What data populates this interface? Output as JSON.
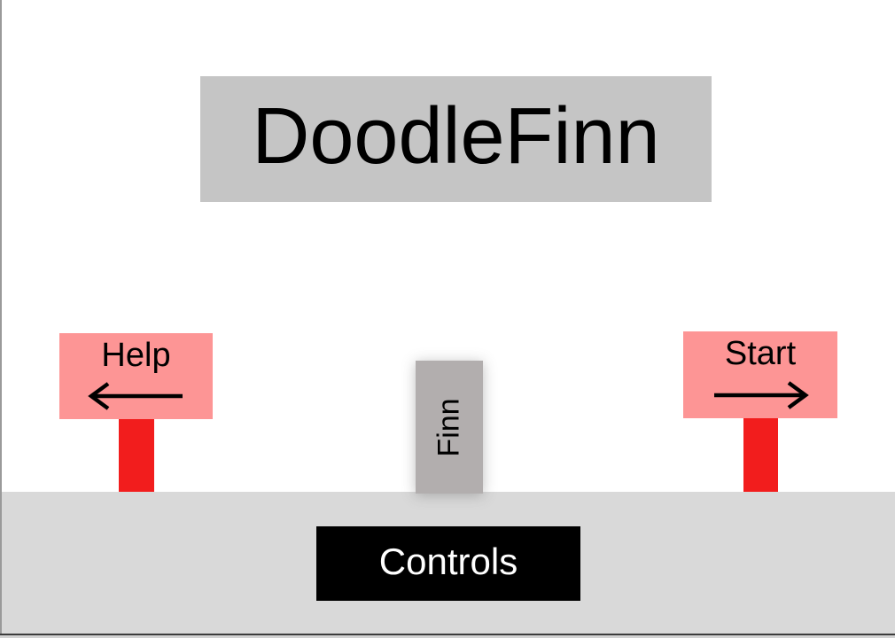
{
  "title": {
    "label": "DoodleFinn"
  },
  "nav": {
    "help": {
      "label": "Help",
      "arrow": "left-arrow-icon"
    },
    "start": {
      "label": "Start",
      "arrow": "right-arrow-icon"
    }
  },
  "player": {
    "label": "Finn"
  },
  "footer": {
    "controls_label": "Controls"
  },
  "colors": {
    "banner-gray": "#c5c5c5",
    "sign-pink": "#fd9595",
    "post-red": "#f21d1d",
    "finn-gray": "#b2aeae",
    "ground-gray": "#d9d9d9",
    "button-black": "#000000",
    "button-text": "#ffffff",
    "text-black": "#000000"
  }
}
